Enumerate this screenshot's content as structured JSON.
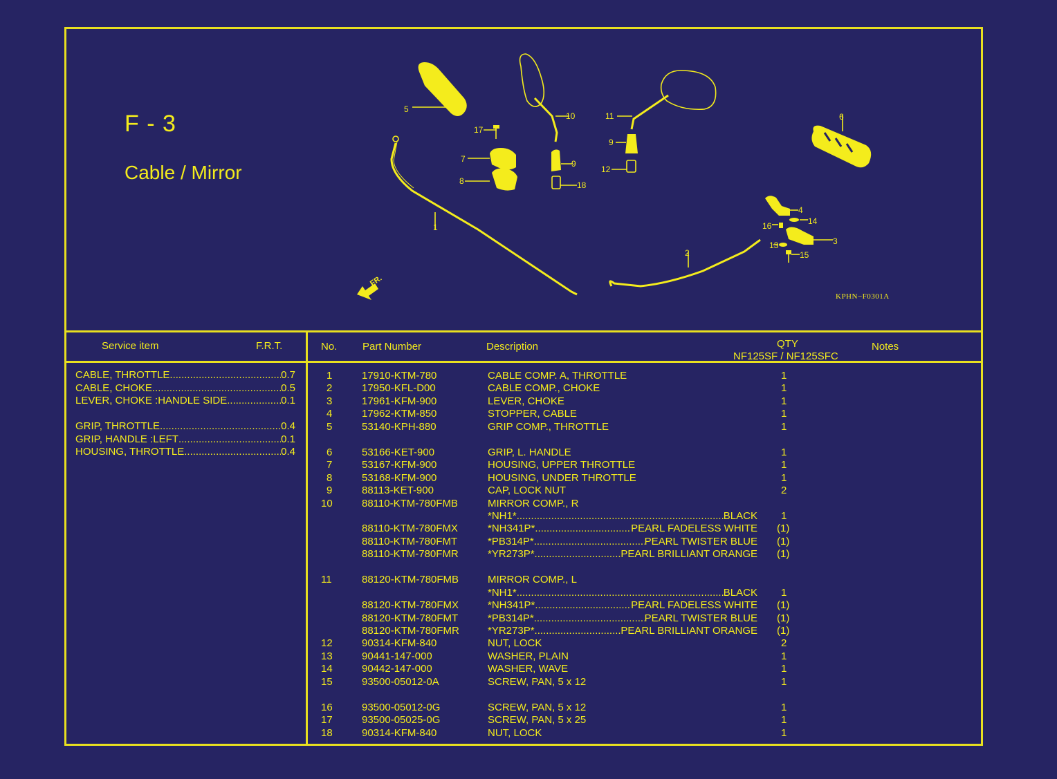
{
  "section_code": "F - 3",
  "section_title": "Cable / Mirror",
  "figure_code": "KPHN−F0301A",
  "diagram": {
    "front_arrow_label": "FR.",
    "callouts": [
      "1",
      "2",
      "3",
      "4",
      "5",
      "6",
      "7",
      "8",
      "9",
      "9",
      "10",
      "11",
      "12",
      "13",
      "14",
      "15",
      "16",
      "17",
      "18"
    ]
  },
  "service_table": {
    "headers": {
      "item": "Service item",
      "frt": "F.R.T."
    },
    "groups": [
      [
        {
          "item": "CABLE, THROTTLE",
          "frt": "0.7"
        },
        {
          "item": "CABLE, CHOKE",
          "frt": "0.5"
        },
        {
          "item": "LEVER, CHOKE :HANDLE SIDE",
          "frt": "0.1"
        }
      ],
      [
        {
          "item": "GRIP, THROTTLE",
          "frt": "0.4"
        },
        {
          "item": "GRIP, HANDLE :LEFT",
          "frt": "0.1"
        },
        {
          "item": "HOUSING, THROTTLE",
          "frt": "0.4"
        }
      ]
    ]
  },
  "parts_table": {
    "headers": {
      "no": "No.",
      "part": "Part Number",
      "desc": "Description",
      "qty": "QTY",
      "qty_models": "NF125SF / NF125SFC",
      "notes": "Notes"
    },
    "rows": [
      {
        "no": "1",
        "part": "17910-KTM-780",
        "desc": "CABLE COMP. A, THROTTLE",
        "qty": "1"
      },
      {
        "no": "2",
        "part": "17950-KFL-D00",
        "desc": "CABLE COMP., CHOKE",
        "qty": "1"
      },
      {
        "no": "3",
        "part": "17961-KFM-900",
        "desc": "LEVER, CHOKE",
        "qty": "1"
      },
      {
        "no": "4",
        "part": "17962-KTM-850",
        "desc": "STOPPER, CABLE",
        "qty": "1"
      },
      {
        "no": "5",
        "part": "53140-KPH-880",
        "desc": "GRIP COMP., THROTTLE",
        "qty": "1"
      },
      {
        "no": "6",
        "part": "53166-KET-900",
        "desc": "GRIP, L. HANDLE",
        "qty": "1"
      },
      {
        "no": "7",
        "part": "53167-KFM-900",
        "desc": "HOUSING, UPPER THROTTLE",
        "qty": "1"
      },
      {
        "no": "8",
        "part": "53168-KFM-900",
        "desc": "HOUSING, UNDER THROTTLE",
        "qty": "1"
      },
      {
        "no": "9",
        "part": "88113-KET-900",
        "desc": "CAP, LOCK NUT",
        "qty": "2"
      },
      {
        "no": "10",
        "part": "88110-KTM-780FMB",
        "desc": "MIRROR COMP., R",
        "qty": ""
      },
      {
        "no": "",
        "part": "",
        "code": "*NH1*",
        "color": "BLACK",
        "qty": "1"
      },
      {
        "no": "",
        "part": "88110-KTM-780FMX",
        "code": "*NH341P*",
        "color": "PEARL FADELESS WHITE",
        "qty": "(1)"
      },
      {
        "no": "",
        "part": "88110-KTM-780FMT",
        "code": "*PB314P*",
        "color": "PEARL TWISTER BLUE",
        "qty": "(1)"
      },
      {
        "no": "",
        "part": "88110-KTM-780FMR",
        "code": "*YR273P*",
        "color": "PEARL BRILLIANT ORANGE",
        "qty": "(1)"
      },
      {
        "no": "11",
        "part": "88120-KTM-780FMB",
        "desc": "MIRROR COMP., L",
        "qty": ""
      },
      {
        "no": "",
        "part": "",
        "code": "*NH1*",
        "color": "BLACK",
        "qty": "1"
      },
      {
        "no": "",
        "part": "88120-KTM-780FMX",
        "code": "*NH341P*",
        "color": "PEARL FADELESS WHITE",
        "qty": "(1)"
      },
      {
        "no": "",
        "part": "88120-KTM-780FMT",
        "code": "*PB314P*",
        "color": "PEARL TWISTER BLUE",
        "qty": "(1)"
      },
      {
        "no": "",
        "part": "88120-KTM-780FMR",
        "code": "*YR273P*",
        "color": "PEARL BRILLIANT ORANGE",
        "qty": "(1)"
      },
      {
        "no": "12",
        "part": "90314-KFM-840",
        "desc": "NUT, LOCK",
        "qty": "2"
      },
      {
        "no": "13",
        "part": "90441-147-000",
        "desc": "WASHER, PLAIN",
        "qty": "1"
      },
      {
        "no": "14",
        "part": "90442-147-000",
        "desc": "WASHER, WAVE",
        "qty": "1"
      },
      {
        "no": "15",
        "part": "93500-05012-0A",
        "desc": "SCREW, PAN, 5 x 12",
        "qty": "1"
      },
      {
        "no": "16",
        "part": "93500-05012-0G",
        "desc": "SCREW, PAN, 5 x 12",
        "qty": "1"
      },
      {
        "no": "17",
        "part": "93500-05025-0G",
        "desc": "SCREW, PAN, 5 x 25",
        "qty": "1"
      },
      {
        "no": "18",
        "part": "90314-KFM-840",
        "desc": "NUT, LOCK",
        "qty": "1"
      }
    ]
  },
  "colors": {
    "background": "#262463",
    "ink": "#f4ec1c",
    "rule": "#e8e020"
  }
}
